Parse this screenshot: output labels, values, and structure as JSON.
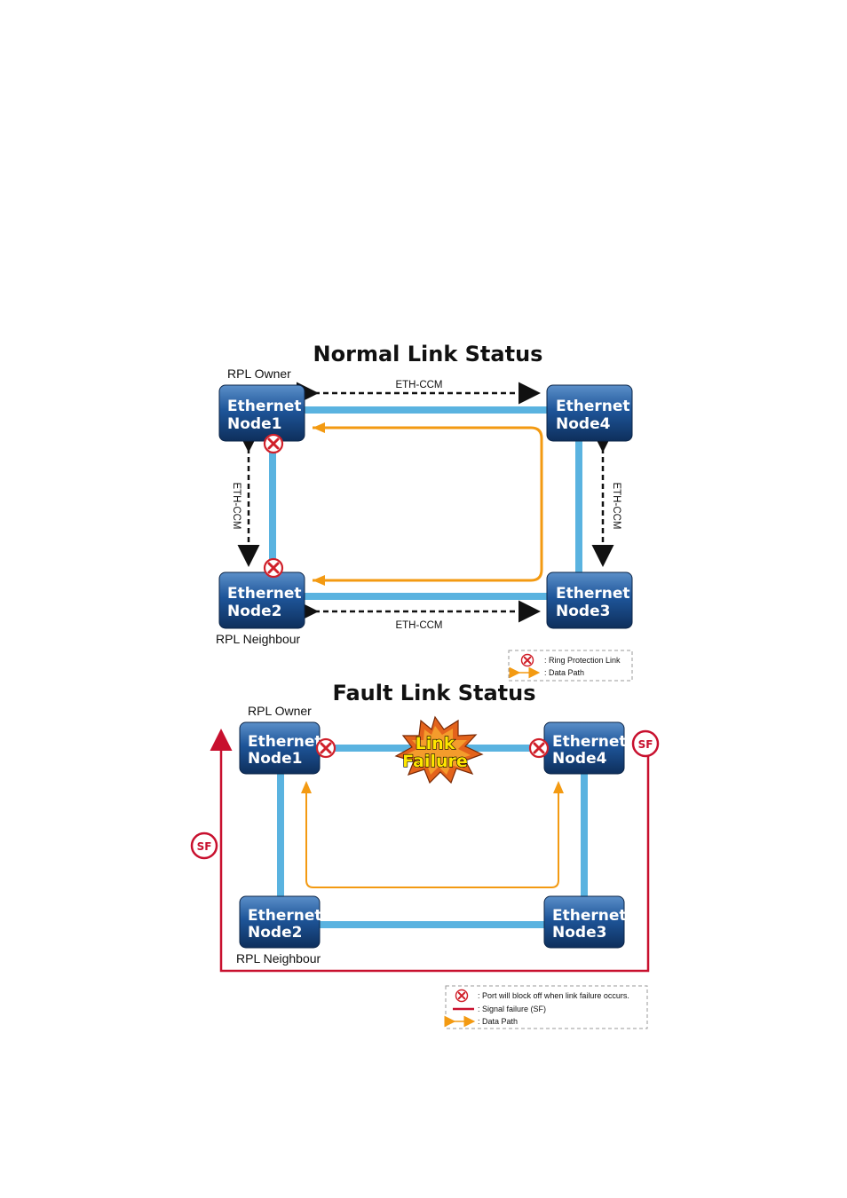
{
  "colors": {
    "link": "#5ab3e0",
    "data_path": "#f39a12",
    "signal_failure": "#c8102e",
    "node_fill": "#1a4a86",
    "block_mark": "#d0202a"
  },
  "normal": {
    "title": "Normal Link Status",
    "rpl_owner": "RPL Owner",
    "rpl_neighbour": "RPL Neighbour",
    "eth_ccm_top": "ETH-CCM",
    "eth_ccm_bottom": "ETH-CCM",
    "eth_ccm_left": "ETH-CCM",
    "eth_ccm_right": "ETH-CCM",
    "nodes": {
      "node1": {
        "line1": "Ethernet",
        "line2": "Node1"
      },
      "node2": {
        "line1": "Ethernet",
        "line2": "Node2"
      },
      "node3": {
        "line1": "Ethernet",
        "line2": "Node3"
      },
      "node4": {
        "line1": "Ethernet",
        "line2": "Node4"
      }
    },
    "legend": {
      "ring_protection": ": Ring Protection Link",
      "data_path": ": Data Path"
    }
  },
  "fault": {
    "title": "Fault Link Status",
    "rpl_owner": "RPL Owner",
    "rpl_neighbour": "RPL Neighbour",
    "failure_line1": "Link",
    "failure_line2": "Failure",
    "sf_left": "SF",
    "sf_right": "SF",
    "nodes": {
      "node1": {
        "line1": "Ethernet",
        "line2": "Node1"
      },
      "node2": {
        "line1": "Ethernet",
        "line2": "Node2"
      },
      "node3": {
        "line1": "Ethernet",
        "line2": "Node3"
      },
      "node4": {
        "line1": "Ethernet",
        "line2": "Node4"
      }
    },
    "legend": {
      "port_block": ": Port will block off when link failure occurs.",
      "signal_failure": ": Signal failure (SF)",
      "data_path": ": Data Path"
    }
  }
}
